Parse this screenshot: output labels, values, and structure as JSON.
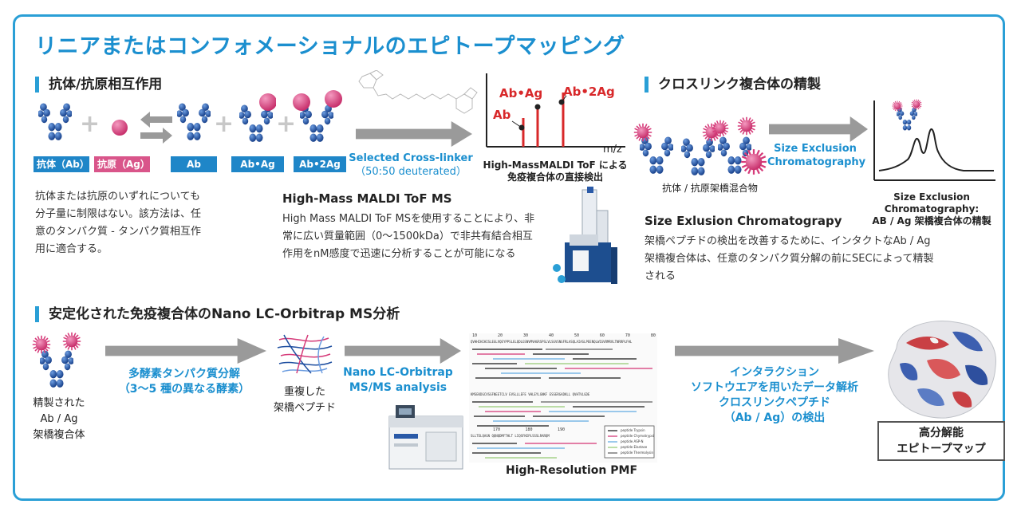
{
  "title": "リニアまたはコンフォメーショナルのエピトープマッピング",
  "section1": {
    "heading": "抗体/抗原相互作用",
    "labels": {
      "ab": "抗体（Ab）",
      "ag": "抗原（Ag）",
      "ab2": "Ab",
      "abag": "Ab•Ag",
      "ab2ag": "Ab•2Ag"
    },
    "desc": [
      "抗体または抗原のいずれについても",
      "分子量に制限はない。該方法は、任",
      "意のタンパク質 - タンパク質相互作",
      "用に適合する。"
    ]
  },
  "crosslinker": {
    "line1": "Selected Cross-linker",
    "line2": "（50:50 deuterated）"
  },
  "ms_chart": {
    "peaks": [
      "Ab",
      "Ab•Ag",
      "Ab•2Ag"
    ],
    "xlabel": "m/z",
    "caption1": "High-MassMALDI ToF による",
    "caption2": "免疫複合体の直接検出"
  },
  "maldi": {
    "heading": "High-Mass MALDI ToF MS",
    "desc": [
      "High Mass MALDI ToF MSを使用することにより、非",
      "常に広い質量範囲（0〜1500kDa）で非共有結合相互",
      "作用をnM感度で迅速に分析することが可能になる"
    ]
  },
  "section2": {
    "heading": "クロスリンク複合体の精製",
    "mix_caption": "抗体 / 抗原架橋混合物",
    "sec_label1": "Size Exclusion",
    "sec_label2": "Chromatography",
    "chrom_caption1": "Size Exclusion Chromatography:",
    "chrom_caption2": "AB / Ag 架橋複合体の精製",
    "subheading": "Size Exlusion Chromatograpy",
    "desc": [
      "架橋ペプチドの検出を改善するために、インタクトなAb / Ag",
      "架橋複合体は、任意のタンパク質分解の前にSECによって精製",
      "される"
    ]
  },
  "section3": {
    "heading": "安定化された免疫複合体のNano LC-Orbitrap MS分析",
    "purified": [
      "精製された",
      "Ab / Ag",
      "架橋複合体"
    ],
    "enzyme": [
      "多酵素タンパク質分解",
      "（3〜5 種の異なる酵素）"
    ],
    "overlap": [
      "重複した",
      "架橋ペプチド"
    ],
    "lc": [
      "Nano LC-Orbitrap",
      "MS/MS analysis"
    ],
    "pmf_caption": "High-Resolution PMF",
    "pmf_ruler1": [
      "10",
      "20",
      "30",
      "40",
      "50",
      "60",
      "70",
      "80"
    ],
    "pmf_seq1": "QVHHIHIHISLEGLVQEYPPSLELQDLGSNVMVHGRSPSLVLSGVSNGFRLASQLAIASLPEENQLWIGVRMRVLTNRRPLFHL",
    "pmf_seq2": "KMSEKDGCVSGFNEETCLV EVSLLLEFE VHLEYLGNKF ESSERGADKLL QVHTVLGDE",
    "pmf_ruler3": [
      "170",
      "180",
      "190"
    ],
    "pmf_seq3": "SLLTELQAGN QQNQDMFTHLT LIQSFKEPLSSSLRARQM",
    "pmf_legend": [
      "peptide Trypsin",
      "peptide Chymotrypsin",
      "peptide ASP-N",
      "peptide Elastase",
      "peptide Thermolysin"
    ],
    "analysis": [
      "インタラクション",
      "ソフトウエアを用いたデータ解析",
      "クロスリンクペプチド",
      "（Ab / Ag）の検出"
    ],
    "result": [
      "高分解能",
      "エピトープマップ"
    ]
  },
  "colors": {
    "accent": "#1b8fcf",
    "frame": "#2a9fd6",
    "antibody": "#1f4fa0",
    "antigen": "#d63c7a",
    "peak": "#d8282a",
    "arrow": "#9a9a9a"
  }
}
